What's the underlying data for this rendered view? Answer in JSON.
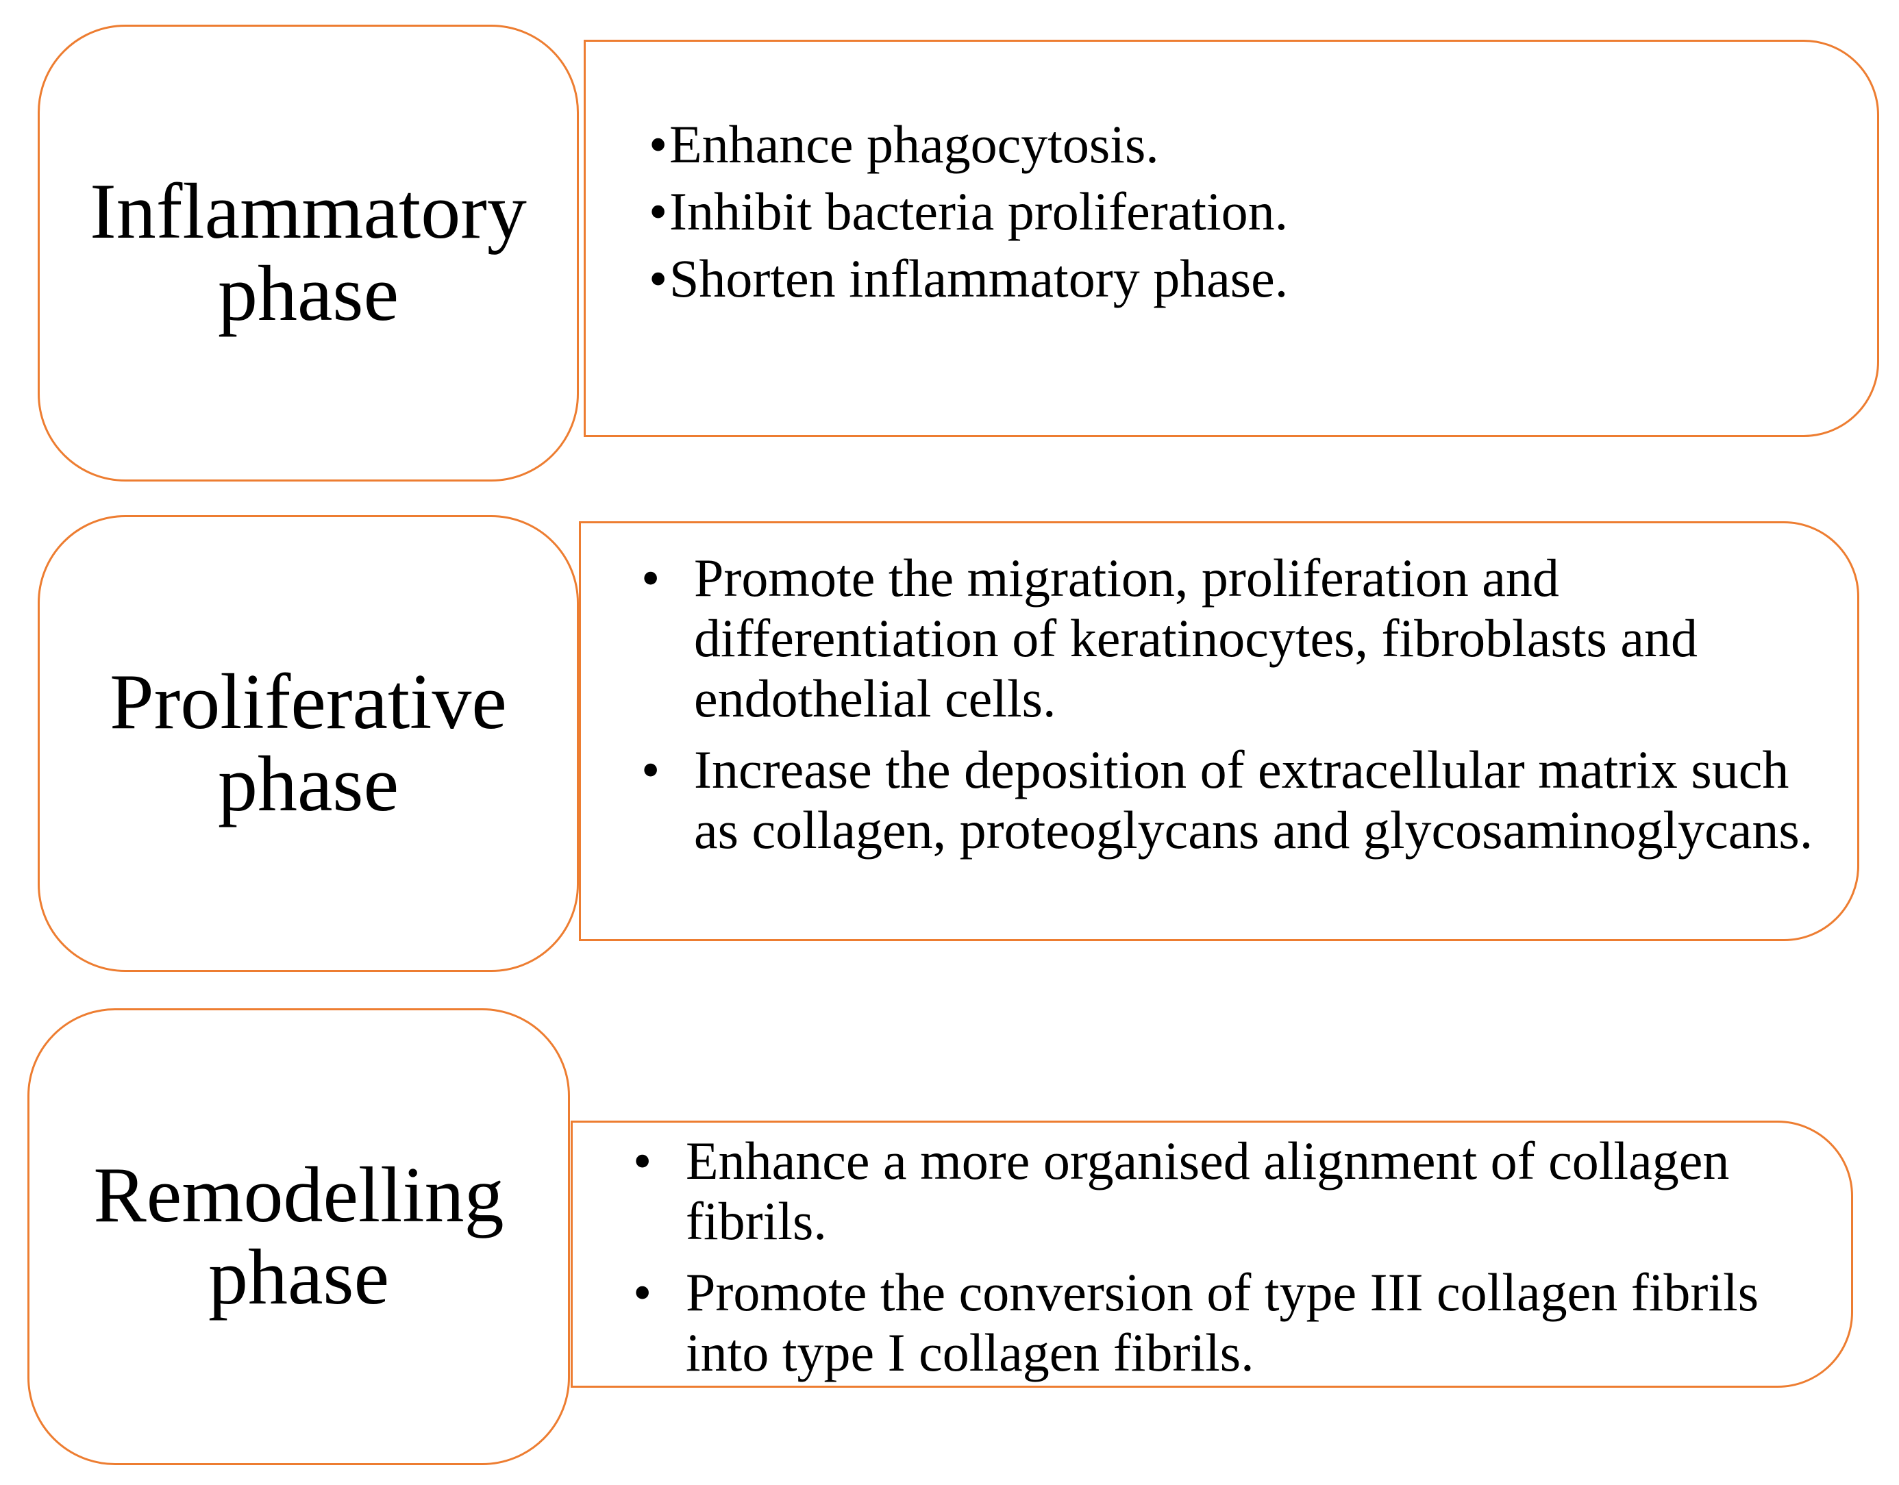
{
  "colors": {
    "border": "#ED7D31",
    "text": "#000000",
    "background": "#ffffff"
  },
  "phases": [
    {
      "label": "Inflammatory phase",
      "points": [
        "Enhance phagocytosis.",
        "Inhibit bacteria proliferation.",
        "Shorten inflammatory phase."
      ]
    },
    {
      "label": "Proliferative phase",
      "points": [
        "Promote the migration, proliferation and differentiation of keratinocytes, fibroblasts and endothelial cells.",
        "Increase the deposition of extracellular matrix such as collagen, proteoglycans and glycosaminoglycans."
      ]
    },
    {
      "label": "Remodelling phase",
      "points": [
        "Enhance a more organised alignment of collagen fibrils.",
        "Promote the conversion of type III collagen fibrils into type I collagen fibrils."
      ]
    }
  ]
}
